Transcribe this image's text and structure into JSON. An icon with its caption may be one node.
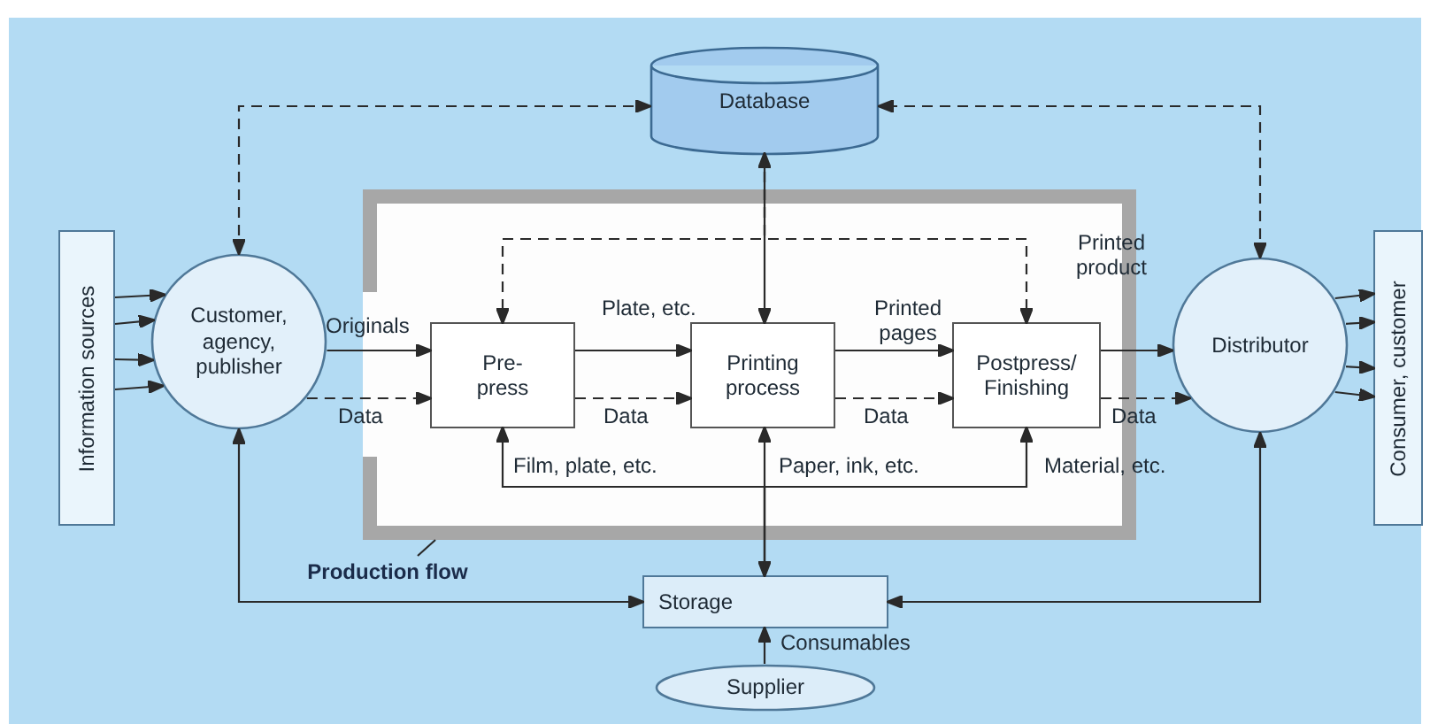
{
  "diagram": {
    "nodes": [
      {
        "text": [
          "Information sources"
        ]
      },
      {
        "text": [
          "Customer, agency, publisher"
        ]
      },
      {
        "text": [
          "Database"
        ]
      },
      {
        "text": [],
        "shape": "box"
      },
      {
        "text": [
          "Pre- press"
        ],
        "in": 3
      },
      {
        "text": [
          "Printing process"
        ],
        "in": 3
      },
      {
        "text": [
          "Postpress/ Finishing"
        ],
        "in": 3
      },
      {
        "text": [
          "Distributor"
        ]
      },
      {
        "text": [
          "Consumer, customer"
        ]
      },
      {
        "text": [
          "Production flow"
        ]
      },
      {
        "text": [
          "Storage"
        ]
      },
      {
        "text": [
          "Supplier"
        ]
      }
    ],
    "edges": [
      {
        "from": 0,
        "to": 1,
        "arrow": "to"
      },
      {
        "from": 0,
        "to": 1,
        "arrow": "to"
      },
      {
        "from": 0,
        "to": 1,
        "arrow": "to"
      },
      {
        "from": 0,
        "to": 1,
        "arrow": "to"
      },
      {
        "from": 1,
        "to": 2,
        "arrow": "both",
        "style": "dashed"
      },
      {
        "from": 7,
        "to": 2,
        "arrow": "both",
        "style": "dashed"
      },
      {
        "from": 2,
        "to": 5,
        "arrow": "both"
      },
      {
        "from": 2,
        "to": 4,
        "arrow": "to",
        "style": "dashed"
      },
      {
        "from": 2,
        "to": 6,
        "arrow": "to",
        "style": "dashed"
      },
      {
        "from": 1,
        "to": 4,
        "label": "Originals",
        "arrow": "to"
      },
      {
        "from": 1,
        "to": 4,
        "label": "Data",
        "arrow": "to",
        "style": "dashed"
      },
      {
        "from": 4,
        "to": 5,
        "label": "Plate, etc.",
        "arrow": "to"
      },
      {
        "from": 4,
        "to": 5,
        "label": "Data",
        "arrow": "to",
        "style": "dashed"
      },
      {
        "from": 5,
        "to": 6,
        "label": "Printed pages",
        "arrow": "to"
      },
      {
        "from": 5,
        "to": 6,
        "label": "Data",
        "arrow": "to",
        "style": "dashed"
      },
      {
        "from": 6,
        "to": 7,
        "label": "Printed product",
        "arrow": "to"
      },
      {
        "from": 6,
        "to": 7,
        "label": "Data",
        "arrow": "to",
        "style": "dashed"
      },
      {
        "from": 10,
        "to": 4,
        "label": "Film, plate, etc.",
        "arrow": "to"
      },
      {
        "from": 10,
        "to": 5,
        "label": "Paper, ink, etc.",
        "arrow": "both"
      },
      {
        "from": 10,
        "to": 6,
        "label": "Material, etc.",
        "arrow": "to"
      },
      {
        "from": 1,
        "to": 10,
        "arrow": "both"
      },
      {
        "from": 7,
        "to": 10,
        "arrow": "both"
      },
      {
        "from": 11,
        "to": 10,
        "label": "Consumables",
        "arrow": "to"
      },
      {
        "from": 7,
        "to": 8,
        "arrow": "to"
      },
      {
        "from": 7,
        "to": 8,
        "arrow": "to"
      },
      {
        "from": 7,
        "to": 8,
        "arrow": "to"
      },
      {
        "from": 7,
        "to": 8,
        "arrow": "to"
      },
      {
        "from": 9,
        "to": 3,
        "arrow": "none"
      }
    ]
  }
}
